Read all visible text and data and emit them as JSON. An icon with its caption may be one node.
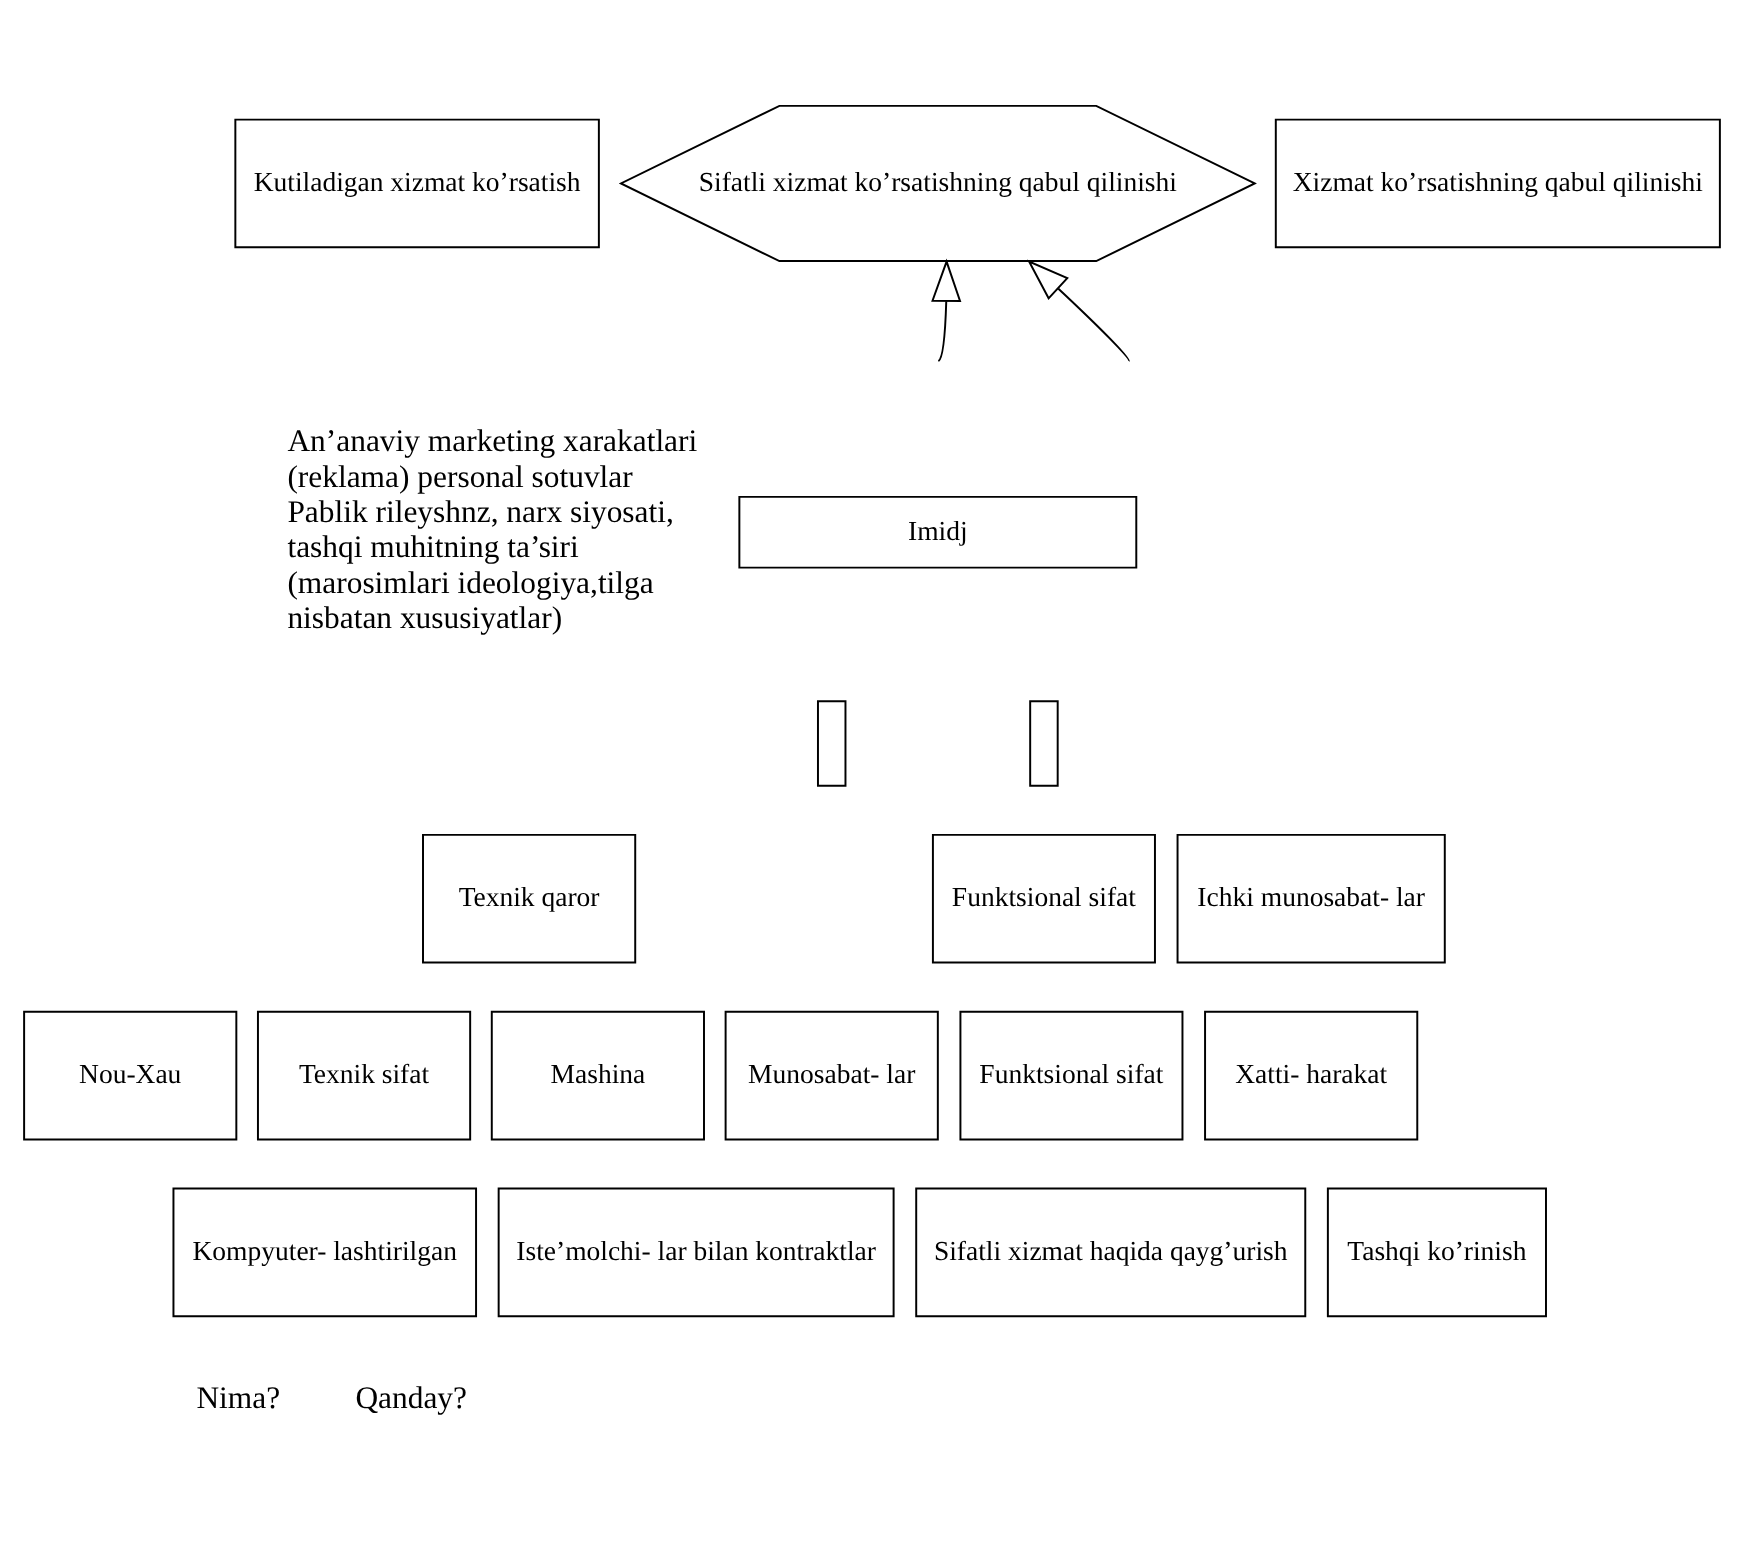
{
  "diagram": {
    "nodes": [
      {
        "text": [
          "Kutiladigan xizmat ko’rsatish"
        ]
      },
      {
        "text": [
          "Sifatli xizmat ko’rsatishning qabul qilinishi"
        ]
      },
      {
        "text": [
          "Xizmat ko’rsatishning qabul qilinishi"
        ]
      },
      {
        "text": [
          "Imidj"
        ]
      },
      {
        "text": [],
        "shape": "box"
      },
      {
        "text": [],
        "shape": "box"
      },
      {
        "text": [
          "Texnik qaror"
        ]
      },
      {
        "text": [
          "Nou-Xau"
        ]
      },
      {
        "text": [
          "Texnik sifat"
        ]
      },
      {
        "text": [
          "Mashina"
        ]
      },
      {
        "text": [
          "Kompyuter- lashtirilgan"
        ]
      },
      {
        "text": [
          "Funktsional sifat"
        ]
      },
      {
        "text": [
          "Munosabat- lar"
        ]
      },
      {
        "text": [
          "Ichki munosabat- lar"
        ]
      },
      {
        "text": [
          "Funktsional sifat"
        ]
      },
      {
        "text": [
          "Xatti- harakat"
        ]
      },
      {
        "text": [
          "Iste’molchi- lar bilan kontraktlar"
        ]
      },
      {
        "text": [
          "Sifatli xizmat haqida qayg’urish"
        ]
      },
      {
        "text": [
          "Tashqi ko’rinish"
        ]
      }
    ],
    "edges": [
      {
        "from": null,
        "to": 1,
        "arrow": "to"
      },
      {
        "from": null,
        "to": 1,
        "arrow": "to"
      }
    ],
    "labels": [
      "An’anaviy marketing xarakatlari (reklama) personal sotuvlar Pablik rileyshnz, narx siyosati, tashqi muhitning ta’siri (marosimlari ideologiya,tilga nisbatan xususiyatlar)",
      "Nima?",
      "Qanday?"
    ]
  }
}
